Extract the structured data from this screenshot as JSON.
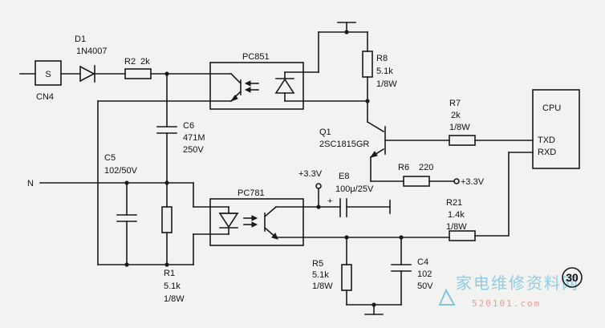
{
  "connector": {
    "box_label": "S",
    "name": "CN4",
    "line_label": "N"
  },
  "diode_d1": {
    "ref": "D1",
    "part": "1N4007"
  },
  "resistor_r2": {
    "ref": "R2",
    "value": "2k"
  },
  "optocoupler_upper": {
    "ref": "PC851"
  },
  "optocoupler_lower": {
    "ref": "PC781"
  },
  "resistor_r8": {
    "ref": "R8",
    "value": "5.1k",
    "power": "1/8W"
  },
  "capacitor_c6": {
    "ref": "C6",
    "value": "471M",
    "voltage": "250V"
  },
  "capacitor_c5": {
    "ref": "C5",
    "value": "102/50V"
  },
  "transistor_q1": {
    "ref": "Q1",
    "part": "2SC1815GR"
  },
  "resistor_r7": {
    "ref": "R7",
    "value": "2k",
    "power": "1/8W"
  },
  "resistor_r6": {
    "ref": "R6",
    "value": "220"
  },
  "supply_labels": {
    "rail_e8": "+3.3V",
    "rail_r6": "+3.3V"
  },
  "capacitor_e8": {
    "ref": "E8",
    "value": "100μ/25V",
    "polarity": "+"
  },
  "resistor_r21": {
    "ref": "R21",
    "value": "1.4k",
    "power": "1/8W"
  },
  "cpu": {
    "title": "CPU",
    "pin_tx": "TXD",
    "pin_rx": "RXD"
  },
  "resistor_r1": {
    "ref": "R1",
    "value": "5.1k",
    "power": "1/8W"
  },
  "resistor_r5": {
    "ref": "R5",
    "value": "5.1k",
    "power": "1/8W"
  },
  "capacitor_c4": {
    "ref": "C4",
    "value": "102",
    "voltage": "50V"
  },
  "page_number": "30",
  "watermark": {
    "text": "家电维修资料网",
    "url": "520101.com"
  },
  "colors": {
    "ink": "#1a1a1a",
    "paper": "#f2f2f0",
    "watermark": "#7fc6e0",
    "watermark_url": "#e79a9a"
  }
}
